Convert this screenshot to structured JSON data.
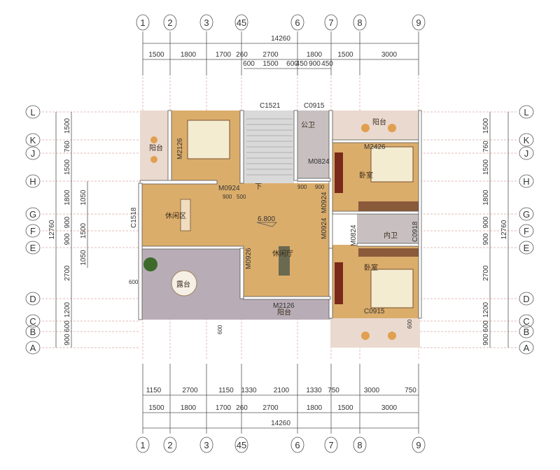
{
  "plan": {
    "axes_x": [
      "1",
      "2",
      "3",
      "45",
      "6",
      "7",
      "8",
      "9"
    ],
    "axes_y": [
      "L",
      "K",
      "J",
      "H",
      "G",
      "F",
      "E",
      "D",
      "C",
      "B",
      "A"
    ],
    "top_dims": {
      "total": "14260",
      "row1": [
        "1500",
        "1800",
        "1700",
        "260",
        "2700",
        "1800",
        "1500",
        "3000"
      ],
      "row2": [
        "600",
        "1500",
        "600",
        "450",
        "900",
        "450"
      ]
    },
    "bottom_dims": {
      "row1": [
        "1150",
        "2700",
        "1150",
        "1330",
        "2100",
        "1330",
        "750",
        "3000",
        "750"
      ],
      "row2": [
        "1500",
        "1800",
        "1700",
        "260",
        "2700",
        "1800",
        "1500",
        "3000"
      ],
      "total": "14260"
    },
    "left_dims": {
      "total": "12760",
      "row1": [
        "1500",
        "760",
        "1500",
        "1800",
        "900",
        "900",
        "2700",
        "1200",
        "600",
        "900"
      ],
      "row2": [
        "1050",
        "1500",
        "1050"
      ]
    },
    "right_dims": {
      "total": "12760",
      "row1": [
        "1500",
        "760",
        "1500",
        "1800",
        "900",
        "900",
        "2700",
        "1200",
        "600",
        "900"
      ]
    },
    "openings": {
      "c1521": "C1521",
      "c0915": "C0915",
      "m2126_left": "M2126",
      "m0824_top": "M0824",
      "m2426": "M2426",
      "m0924_a": "M0924",
      "m0924_b": "M0924",
      "m0924_c": "M0924",
      "c1518": "C1518",
      "m0824_b": "M0824",
      "c0918": "C0918",
      "m0926": "M0926",
      "m2126_bottom": "M2126",
      "c0915_b": "C0915",
      "d900a": "900",
      "d500": "500",
      "d900b": "900",
      "d900c": "900",
      "d600a": "600",
      "d600b": "600",
      "d600c": "600"
    },
    "level": "6.800",
    "stair_down": "下",
    "rooms": {
      "balcony_left": "阳台",
      "public_wc": "公卫",
      "balcony_top_right": "阳台",
      "bedroom_2": "卧室",
      "leisure_area": "休闲区",
      "inner_wc": "内卫",
      "leisure_hall": "休闲厅",
      "terrace": "露台",
      "bedroom_3": "卧室",
      "balcony_bottom": "阳台"
    },
    "colors": {
      "wood": "#dbad6b",
      "tile": "#ead9cf",
      "terrace": "#b8adb6",
      "stair": "#d9d9d9"
    }
  }
}
